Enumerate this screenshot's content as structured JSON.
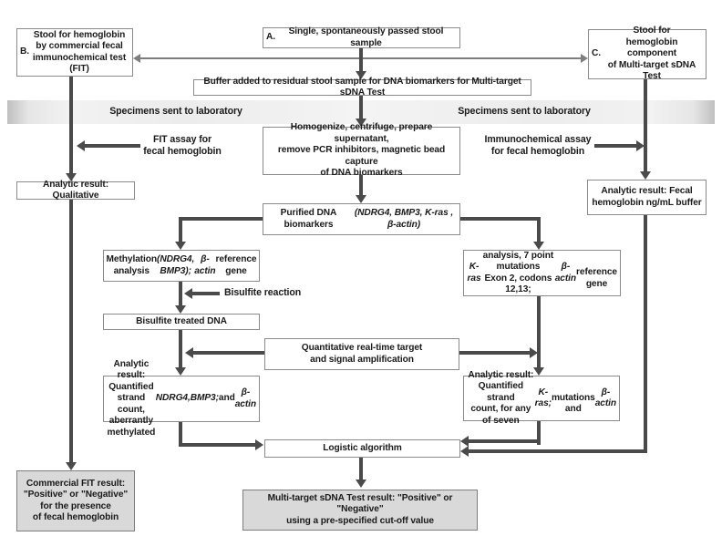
{
  "colors": {
    "arrow": "#4a4a4a",
    "thinarrow": "#7e7e7e",
    "boxborder": "#8a8a8a",
    "shaded": "#d9d9d9",
    "ink": "#1a1a1a",
    "band": "#eeeeee"
  },
  "boxes": {
    "a": "**A.** Single, spontaneously passed stool sample",
    "b": "**B.** Stool for hemoglobin\nby commercial fecal\nimmunochemical test (FIT)",
    "c": "**C.** Stool for\nhemoglobin component\nof Multi-target sDNA Test",
    "buffer": "Buffer added to residual stool sample for DNA biomarkers for Multi-target sDNA Test",
    "homogenize": "Homogenize, centrifuge, prepare supernatant,\nremove PCR inhibitors, magnetic bead capture\nof DNA biomarkers",
    "purified": "Purified DNA biomarkers\n*(NDRG4, BMP3, K-ras , β-actin)*",
    "methylation": "Methylation analysis *(NDRG4, BMP3);*\n*β-actin* reference gene",
    "kras": "*K-ras* analysis, 7 point mutations\nExon 2, codons 12,13; *β-actin*\nreference gene",
    "bisulfite_dna": "Bisulfite treated DNA",
    "quantitative": "Quantitative real-time target\nand signal amplification",
    "analytic_qualitative": "Analytic result: Qualitative",
    "analytic_fecal": "Analytic result: Fecal\nhemoglobin ng/mL buffer",
    "analytic_methylated": "Analytic result: Quantified strand\ncount, aberrantly methylated *NDRG4,*\n*BMP3;* and *β-actin*",
    "analytic_kras": "Analytic result: Quantified strand\ncount, for any of seven *K-ras;*\nmutations and *β-actin*",
    "logistic": "Logistic algorithm",
    "commercial_fit": "Commercial FIT result:\n\"Positive\" or \"Negative\"\nfor the presence\nof fecal hemoglobin",
    "final_result": "Multi-target sDNA Test result: \"Positive\" or \"Negative\"\nusing a pre-specified cut-off value"
  },
  "labels": {
    "specimens_left": "Specimens sent to laboratory",
    "specimens_right": "Specimens sent to laboratory",
    "fit_assay": "FIT assay for\nfecal hemoglobin",
    "immunochemical": "Immunochemical assay\nfor fecal hemoglobin",
    "bisulfite_reaction": "Bisulfite reaction"
  }
}
